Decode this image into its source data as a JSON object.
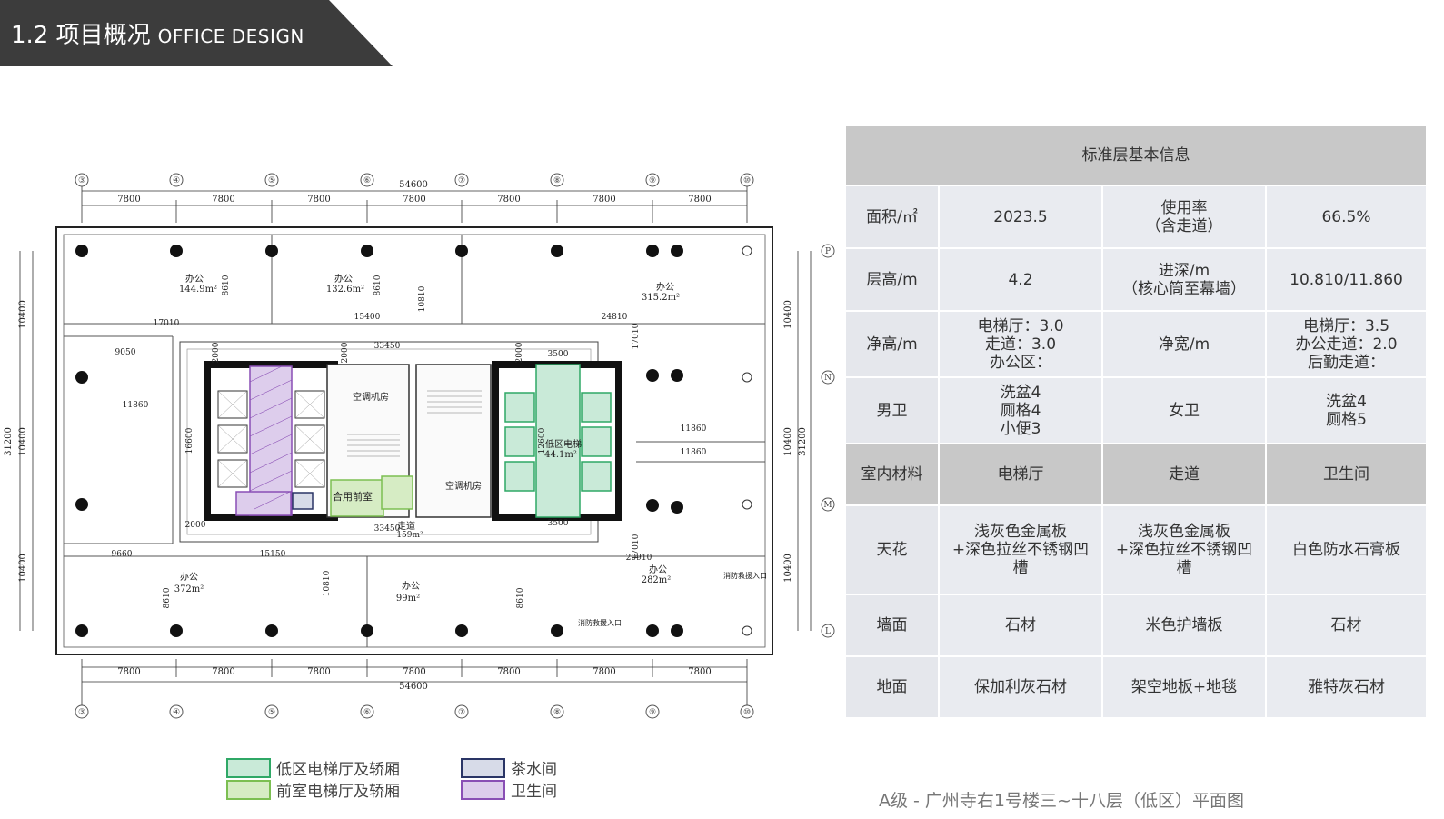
{
  "header": {
    "title": "1.2 项目概况",
    "subtitle": "OFFICE DESIGN"
  },
  "plan": {
    "grid_axes_x": [
      "③",
      "④",
      "⑤",
      "⑥",
      "⑦",
      "⑧",
      "⑨",
      "⑩"
    ],
    "grid_axes_y": [
      "P",
      "N",
      "M",
      "L"
    ],
    "dim_segments": [
      "7800",
      "7800",
      "7800",
      "7800",
      "7800",
      "7800",
      "7800"
    ],
    "dim_total": "54600",
    "side_dims": [
      "10400",
      "10400",
      "10400"
    ],
    "side_total": "31200",
    "offices": [
      {
        "name": "办公",
        "area": "144.9m²"
      },
      {
        "name": "办公",
        "area": "132.6m²"
      },
      {
        "name": "办公",
        "area": "315.2m²"
      },
      {
        "name": "办公",
        "area": "372m²"
      },
      {
        "name": "办公",
        "area": "99m²"
      },
      {
        "name": "办公",
        "area": "282m²"
      }
    ],
    "rooms": {
      "ac_room": "空调机房",
      "elevator_hall": "低区电梯",
      "elevator_area": "44.1m²",
      "front_room": "合用前室",
      "corridor": "走道",
      "corridor_area": "159m²",
      "fire_entry": "消防救援入口"
    },
    "dims": {
      "d17010": "17010",
      "d15400": "15400",
      "d24810": "24810",
      "d33450": "33450",
      "d9050": "9050",
      "d11860": "11860",
      "d9660": "9660",
      "d15150": "15150",
      "d20910": "20910",
      "d3500": "3500",
      "d8610": "8610",
      "d10810": "10810",
      "d2000": "2000",
      "d16600": "16600",
      "d12600": "12600"
    }
  },
  "info_table": {
    "title": "标准层基本信息",
    "rows": [
      {
        "c1": "面积/㎡",
        "c2": [
          "2023.5"
        ],
        "c3": [
          "使用率",
          "（含走道）"
        ],
        "c4": [
          "66.5%"
        ]
      },
      {
        "c1": "层高/m",
        "c2": [
          "4.2"
        ],
        "c3": [
          "进深/m",
          "（核心筒至幕墙）"
        ],
        "c4": [
          "10.810/11.860"
        ]
      },
      {
        "c1": "净高/m",
        "c2": [
          "电梯厅：3.0",
          "走道：3.0",
          "办公区："
        ],
        "c3": [
          "净宽/m"
        ],
        "c4": [
          "电梯厅：3.5",
          "办公走道：2.0",
          "后勤走道："
        ]
      },
      {
        "c1": "男卫",
        "c2": [
          "洗盆4",
          "厕格4",
          "小便3"
        ],
        "c3": [
          "女卫"
        ],
        "c4": [
          "洗盆4",
          "厕格5"
        ]
      }
    ],
    "section": {
      "c1": "室内材料",
      "c2": "电梯厅",
      "c3": "走道",
      "c4": "卫生间"
    },
    "materials": [
      {
        "c1": "天花",
        "c2": [
          "浅灰色金属板",
          "+深色拉丝不锈钢凹",
          "槽"
        ],
        "c3": [
          "浅灰色金属板",
          "+深色拉丝不锈钢凹",
          "槽"
        ],
        "c4": [
          "白色防水石膏板"
        ]
      },
      {
        "c1": "墙面",
        "c2": [
          "石材"
        ],
        "c3": [
          "米色护墙板"
        ],
        "c4": [
          "石材"
        ]
      },
      {
        "c1": "地面",
        "c2": [
          "保加利灰石材"
        ],
        "c3": [
          "架空地板+地毯"
        ],
        "c4": [
          "雅特灰石材"
        ]
      }
    ]
  },
  "legend": [
    {
      "label": "低区电梯厅及轿厢",
      "fill": "#c9ead8",
      "stroke": "#2fa866"
    },
    {
      "label": "前室电梯厅及轿厢",
      "fill": "#d6ecc4",
      "stroke": "#7cbf52"
    },
    {
      "label": "茶水间",
      "fill": "#d7dbe8",
      "stroke": "#2a3566"
    },
    {
      "label": "卫生间",
      "fill": "#ddcdec",
      "stroke": "#8a4fb5"
    }
  ],
  "caption": "A级 - 广州寺右1号楼三~十八层（低区）平面图"
}
